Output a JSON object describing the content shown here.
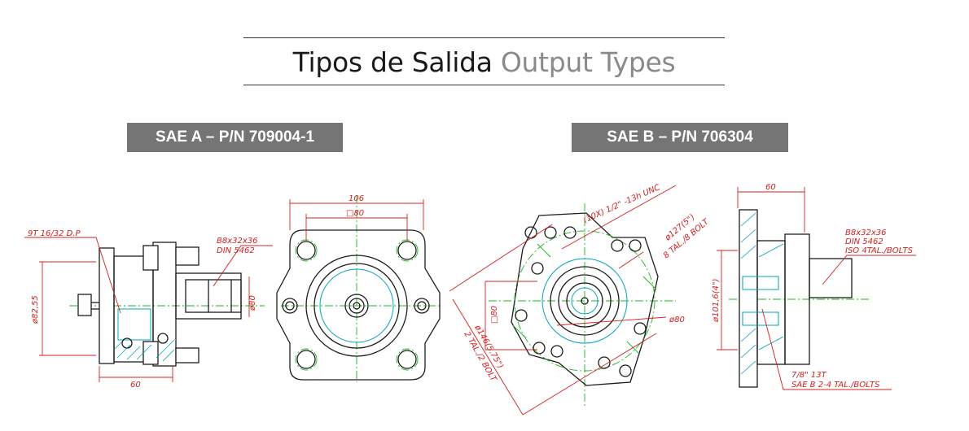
{
  "header": {
    "title_es": "Tipos de Salida",
    "title_en": "Output Types"
  },
  "sections": [
    {
      "label": "SAE A – P/N 709004-1",
      "annotations": {
        "spline": "9T 16/32 D.P",
        "spline2_line1": "B8x32x36",
        "spline2_line2": "DIN 5462",
        "dia_pilot": "ø82,55",
        "dia_shaft": "ø80",
        "length": "60",
        "width_front": "106",
        "square": "□80"
      }
    },
    {
      "label": "SAE B – P/N 706304",
      "annotations": {
        "thread": "(10X) 1/2\" -13h UNC",
        "pcd": "ø127(5\")",
        "bolt_count": "8 TAL./8 BOLT",
        "square": "□80",
        "bolt_circle": "ø146(5.75\")",
        "two_bolt": "2 TAL./2 BOLT",
        "dia_small": "ø80",
        "length": "60",
        "spline_line1": "B8x32x36",
        "spline_line2": "DIN 5462",
        "spline_line3": "ISO 4TAL./BOLTS",
        "dia_pilot": "ø101,6(4\")",
        "sae_line1": "7/8\" 13T",
        "sae_line2": "SAE B 2-4 TAL./BOLTS"
      }
    }
  ]
}
